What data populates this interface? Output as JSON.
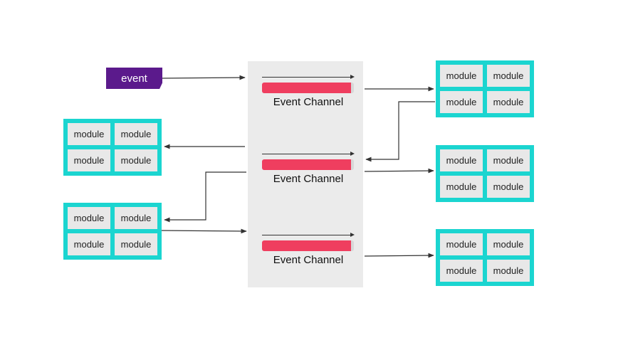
{
  "event": {
    "label": "event"
  },
  "channels": [
    {
      "label": "Event Channel"
    },
    {
      "label": "Event Channel"
    },
    {
      "label": "Event Channel"
    }
  ],
  "module_groups": [
    {
      "modules": [
        "module",
        "module",
        "module",
        "module"
      ]
    },
    {
      "modules": [
        "module",
        "module",
        "module",
        "module"
      ]
    },
    {
      "modules": [
        "module",
        "module",
        "module",
        "module"
      ]
    },
    {
      "modules": [
        "module",
        "module",
        "module",
        "module"
      ]
    },
    {
      "modules": [
        "module",
        "module",
        "module",
        "module"
      ]
    }
  ],
  "colors": {
    "event": "#5b1a8c",
    "channel_pipe": "#ef3e5f",
    "channel_panel": "#ebebeb",
    "module_group": "#1bd5d0",
    "module": "#e8e8e8",
    "connector": "#333333"
  }
}
